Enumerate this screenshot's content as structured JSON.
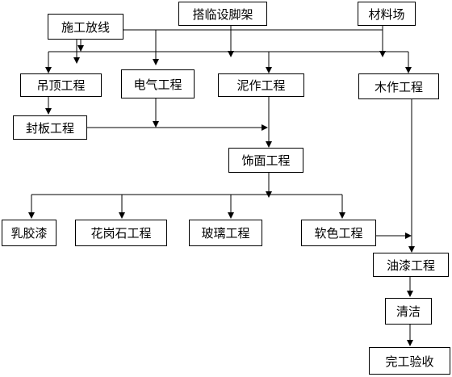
{
  "nodes": {
    "shigong_fangxian": "施工放线",
    "da_lin_she_jiaojia": "搭临设脚架",
    "cailiao_chang": "材料场",
    "diaoding": "吊顶工程",
    "dianqi": "电气工程",
    "nizuo": "泥作工程",
    "muzuo": "木作工程",
    "fengban": "封板工程",
    "shimian": "饰面工程",
    "rujiaoqi": "乳胶漆",
    "huagangshi": "花岗石工程",
    "boli": "玻璃工程",
    "ruanse": "软色工程",
    "youqi": "油漆工程",
    "qingjie": "清洁",
    "wangong_yanshou": "完工验收"
  }
}
